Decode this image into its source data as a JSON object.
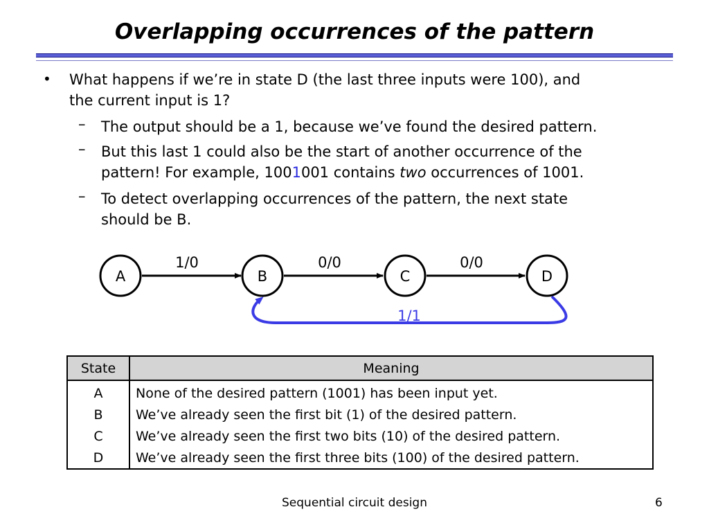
{
  "slide": {
    "title": "Overlapping occurrences of the pattern",
    "bullet": {
      "line1": "What happens if we’re in state D (the last three inputs were 100), and",
      "line2": "the current input is 1?"
    },
    "subbullets": [
      {
        "line1": "The output should be a 1, because we’ve found the desired pattern."
      },
      {
        "line1": "But this last 1 could also be the start of another occurrence of the",
        "line2_a": "pattern! For example, 100",
        "line2_hl": "1",
        "line2_b": "001 contains ",
        "line2_em": "two",
        "line2_c": " occurrences of 1001."
      },
      {
        "line1": "To detect overlapping occurrences of the pattern, the next state",
        "line2": "should be B."
      }
    ],
    "diagram": {
      "states": [
        "A",
        "B",
        "C",
        "D"
      ],
      "edges": [
        {
          "from": "A",
          "to": "B",
          "label": "1/0"
        },
        {
          "from": "B",
          "to": "C",
          "label": "0/0"
        },
        {
          "from": "C",
          "to": "D",
          "label": "0/0"
        },
        {
          "from": "D",
          "to": "B",
          "label": "1/1",
          "color": "#3b3be6"
        }
      ]
    },
    "table": {
      "headers": [
        "State",
        "Meaning"
      ],
      "rows": [
        {
          "state": "A",
          "meaning": "None of the desired pattern (1001) has been input yet."
        },
        {
          "state": "B",
          "meaning": "We’ve already seen the first bit (1) of the desired pattern."
        },
        {
          "state": "C",
          "meaning": "We’ve already seen the first two bits (10) of the desired pattern."
        },
        {
          "state": "D",
          "meaning": "We’ve already seen the first three bits (100) of the desired pattern."
        }
      ]
    },
    "footer": {
      "text": "Sequential circuit design",
      "page": "6"
    }
  }
}
